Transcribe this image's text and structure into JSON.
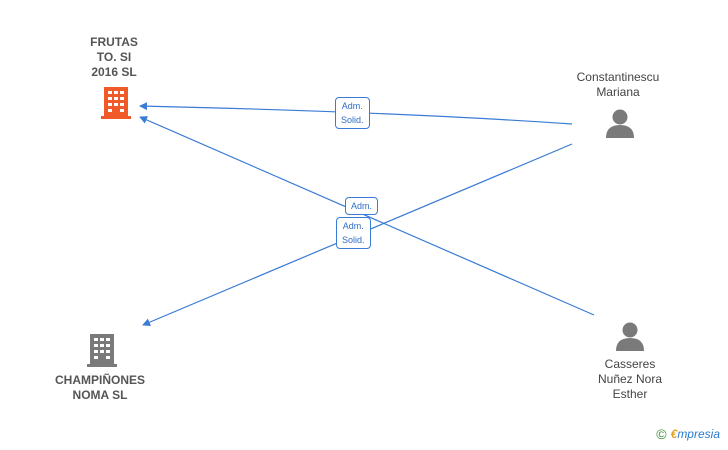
{
  "nodes": {
    "frutas": {
      "label": "FRUTAS\nTO.  SI\n2016  SL",
      "icon": "building-icon",
      "color": "#f05a28"
    },
    "champinones": {
      "label": "CHAMPIÑONES\nNOMA  SL",
      "icon": "building-icon",
      "color": "#777777"
    },
    "constantinescu": {
      "label": "Constantinescu\nMariana",
      "icon": "person-icon",
      "color": "#777777"
    },
    "casseres": {
      "label": "Casseres\nNuñez Nora\nEsther",
      "icon": "person-icon",
      "color": "#777777"
    }
  },
  "edges": [
    {
      "from": "constantinescu",
      "to": "frutas",
      "label": "Adm.\nSolid."
    },
    {
      "from": "casseres",
      "to": "frutas",
      "label": "Adm."
    },
    {
      "from": "constantinescu",
      "to": "champinones",
      "label": "Adm.\nSolid."
    }
  ],
  "colors": {
    "edge": "#3a7bd5",
    "edge_label_text": "#2f6cc7"
  },
  "watermark": {
    "copyright": "©",
    "brand_initial": "€",
    "brand_rest": "mpresia"
  }
}
